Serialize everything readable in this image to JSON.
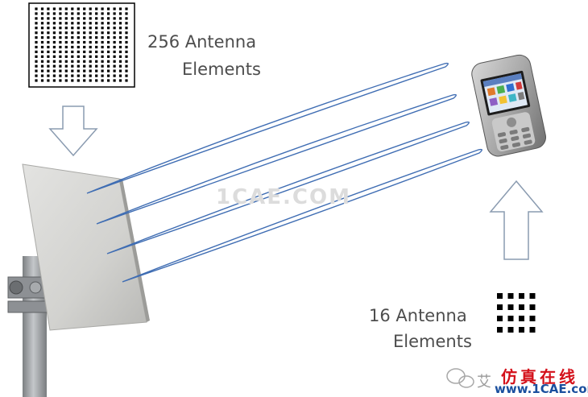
{
  "labels": {
    "large_array_line1": "256 Antenna",
    "large_array_line2": "Elements",
    "small_array_line1": "16 Antenna",
    "small_array_line2": "Elements"
  },
  "watermark": {
    "center": "1CAE.COM",
    "brand_cn": "仿真在线",
    "brand_url": "www.1CAE.com",
    "wechat_partial": "艾"
  },
  "colors": {
    "beam": "#3f6db3",
    "arrow_outline": "#8a9bb0",
    "label_text": "#4d4d4d",
    "brand_red": "#d4101a",
    "brand_blue": "#1a4f9e"
  },
  "arrays": {
    "large_grid_size": 16,
    "small_grid_size": 4
  }
}
